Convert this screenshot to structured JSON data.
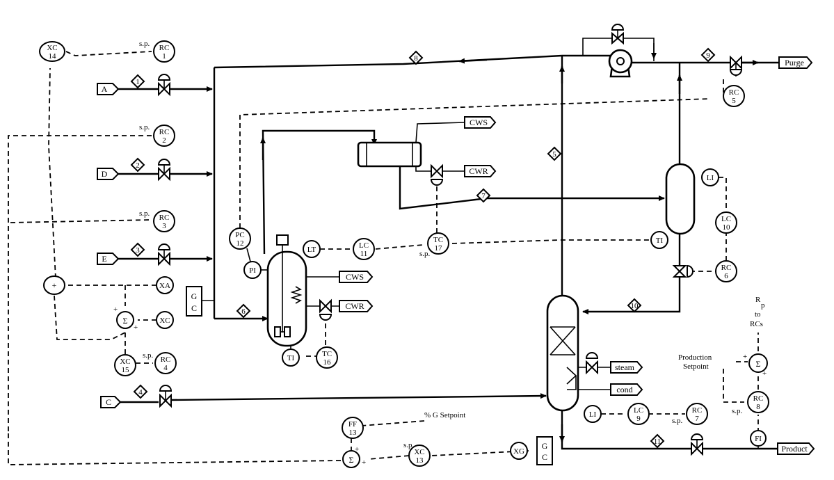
{
  "feeds": {
    "a": "A",
    "d": "D",
    "e": "E",
    "c": "C",
    "cws_top": "CWS",
    "cwr_top": "CWR",
    "cws_reactor": "CWS",
    "cwr_reactor": "CWR",
    "steam": "steam",
    "cond": "cond",
    "purge": "Purge",
    "product": "Product"
  },
  "streams": [
    "1",
    "2",
    "3",
    "4",
    "5",
    "6",
    "7",
    "8",
    "9",
    "10",
    "11"
  ],
  "controllers": {
    "xc14": [
      "XC",
      "14"
    ],
    "rc1": [
      "RC",
      "1"
    ],
    "rc2": [
      "RC",
      "2"
    ],
    "rc3": [
      "RC",
      "3"
    ],
    "rc4": [
      "RC",
      "4"
    ],
    "rc5": [
      "RC",
      "5"
    ],
    "rc6": [
      "RC",
      "6"
    ],
    "rc7": [
      "RC",
      "7"
    ],
    "rc8": [
      "RC",
      "8"
    ],
    "pc12": [
      "PC",
      "12"
    ],
    "lc11": [
      "LC",
      "11"
    ],
    "tc17": [
      "TC",
      "17"
    ],
    "tc16": [
      "TC",
      "16"
    ],
    "lc10": [
      "LC",
      "10"
    ],
    "lc9": [
      "LC",
      "9"
    ],
    "xc15": [
      "XC",
      "15"
    ],
    "xc13": [
      "XC",
      "13"
    ],
    "ff13": [
      "FF",
      "13"
    ]
  },
  "instruments": {
    "pi": "PI",
    "lt": "LT",
    "ti_reactor": "TI",
    "ti_sep": "TI",
    "li_sep": "LI",
    "li_strip": "LI",
    "xa": "XA",
    "xc": "XC",
    "xg": "XG",
    "fi": "FI",
    "plus": "+",
    "sigma": "Σ"
  },
  "analyzers": {
    "gc1": [
      "G",
      "C"
    ],
    "gc2": [
      "G",
      "C"
    ]
  },
  "labels": {
    "sp": "s.p.",
    "g_setpoint": "% G Setpoint",
    "production_setpoint": [
      "Production",
      "Setpoint"
    ],
    "rp_to_rcs": [
      "R",
      "p",
      "to",
      "RCs"
    ],
    "plus": "+"
  }
}
